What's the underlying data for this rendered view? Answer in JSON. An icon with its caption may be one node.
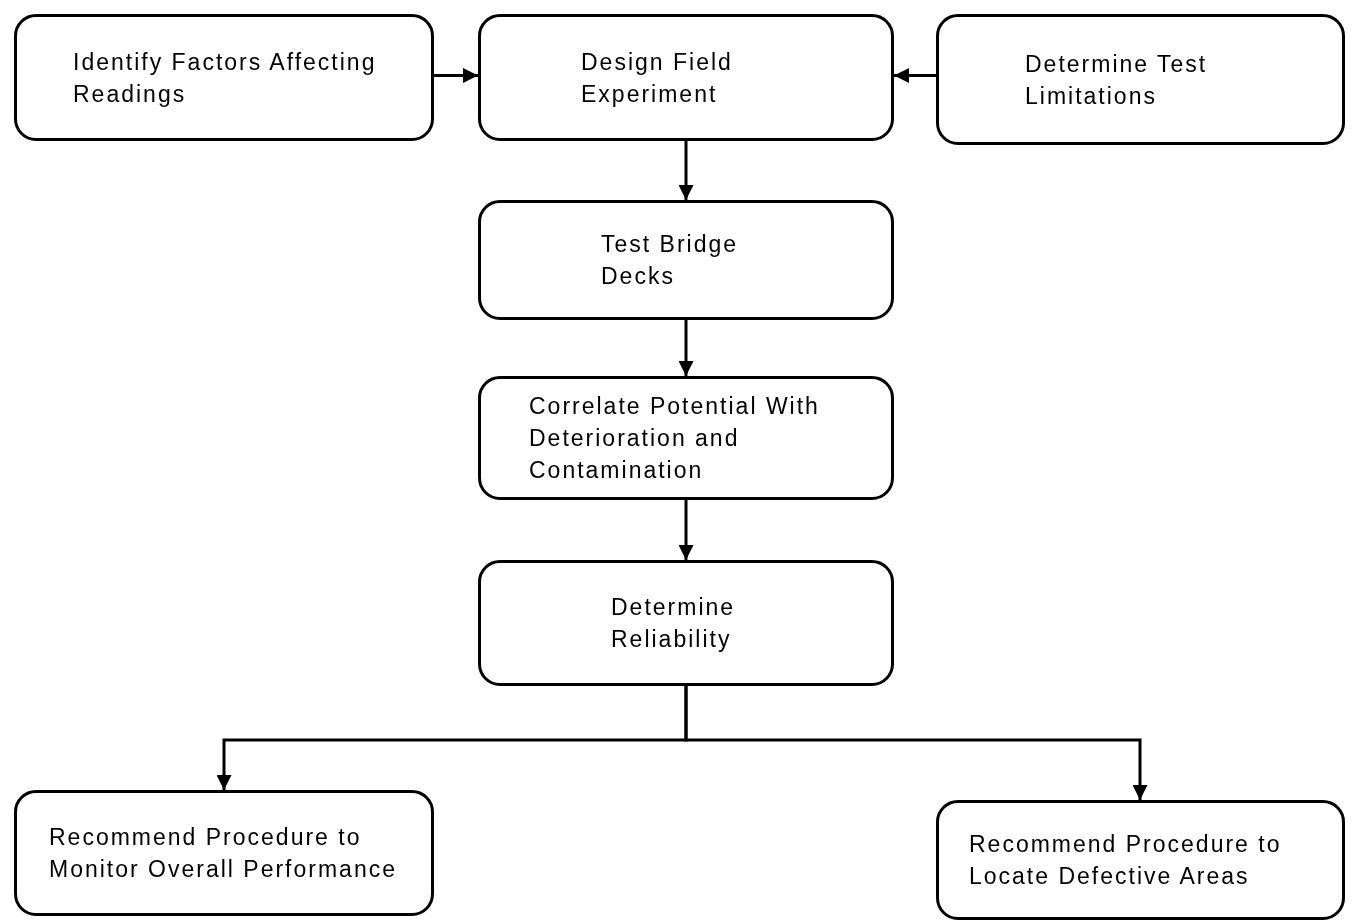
{
  "diagram": {
    "nodes": [
      {
        "text": [
          "Identify Factors Affecting Readings"
        ]
      },
      {
        "text": [
          "Design Field Experiment"
        ]
      },
      {
        "text": [
          "Determine Test Limitations"
        ]
      },
      {
        "text": [
          "Test Bridge Decks"
        ]
      },
      {
        "text": [
          "Correlate Potential With Deterioration and Contamination"
        ]
      },
      {
        "text": [
          "Determine Reliability"
        ]
      },
      {
        "text": [
          "Recommend Procedure to Monitor Overall Performance"
        ]
      },
      {
        "text": [
          "Recommend Procedure to Locate Defective Areas"
        ]
      }
    ],
    "edges": [
      {
        "from": 0,
        "to": 1,
        "arrow": "to"
      },
      {
        "from": 2,
        "to": 1,
        "arrow": "to"
      },
      {
        "from": 1,
        "to": 3,
        "arrow": "to"
      },
      {
        "from": 3,
        "to": 4,
        "arrow": "to"
      },
      {
        "from": 4,
        "to": 5,
        "arrow": "to"
      },
      {
        "from": 5,
        "to": 6,
        "arrow": "to"
      },
      {
        "from": 5,
        "to": 7,
        "arrow": "to"
      }
    ]
  }
}
